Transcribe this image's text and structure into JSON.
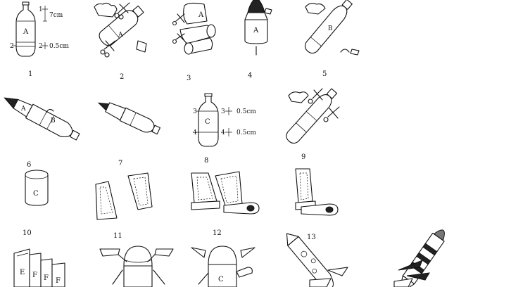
{
  "step_numbers": [
    "1",
    "2",
    "3",
    "4",
    "5",
    "6",
    "7",
    "8",
    "9",
    "10",
    "11",
    "12",
    "13"
  ],
  "bottle_letters": {
    "a": "A",
    "b": "B",
    "c": "C",
    "e": "E",
    "f": "F"
  },
  "dimensions": {
    "top_cut": "7cm",
    "ring_cut": "0.5cm"
  },
  "marks": {
    "one": "1",
    "two": "2",
    "three": "3",
    "four": "4"
  }
}
